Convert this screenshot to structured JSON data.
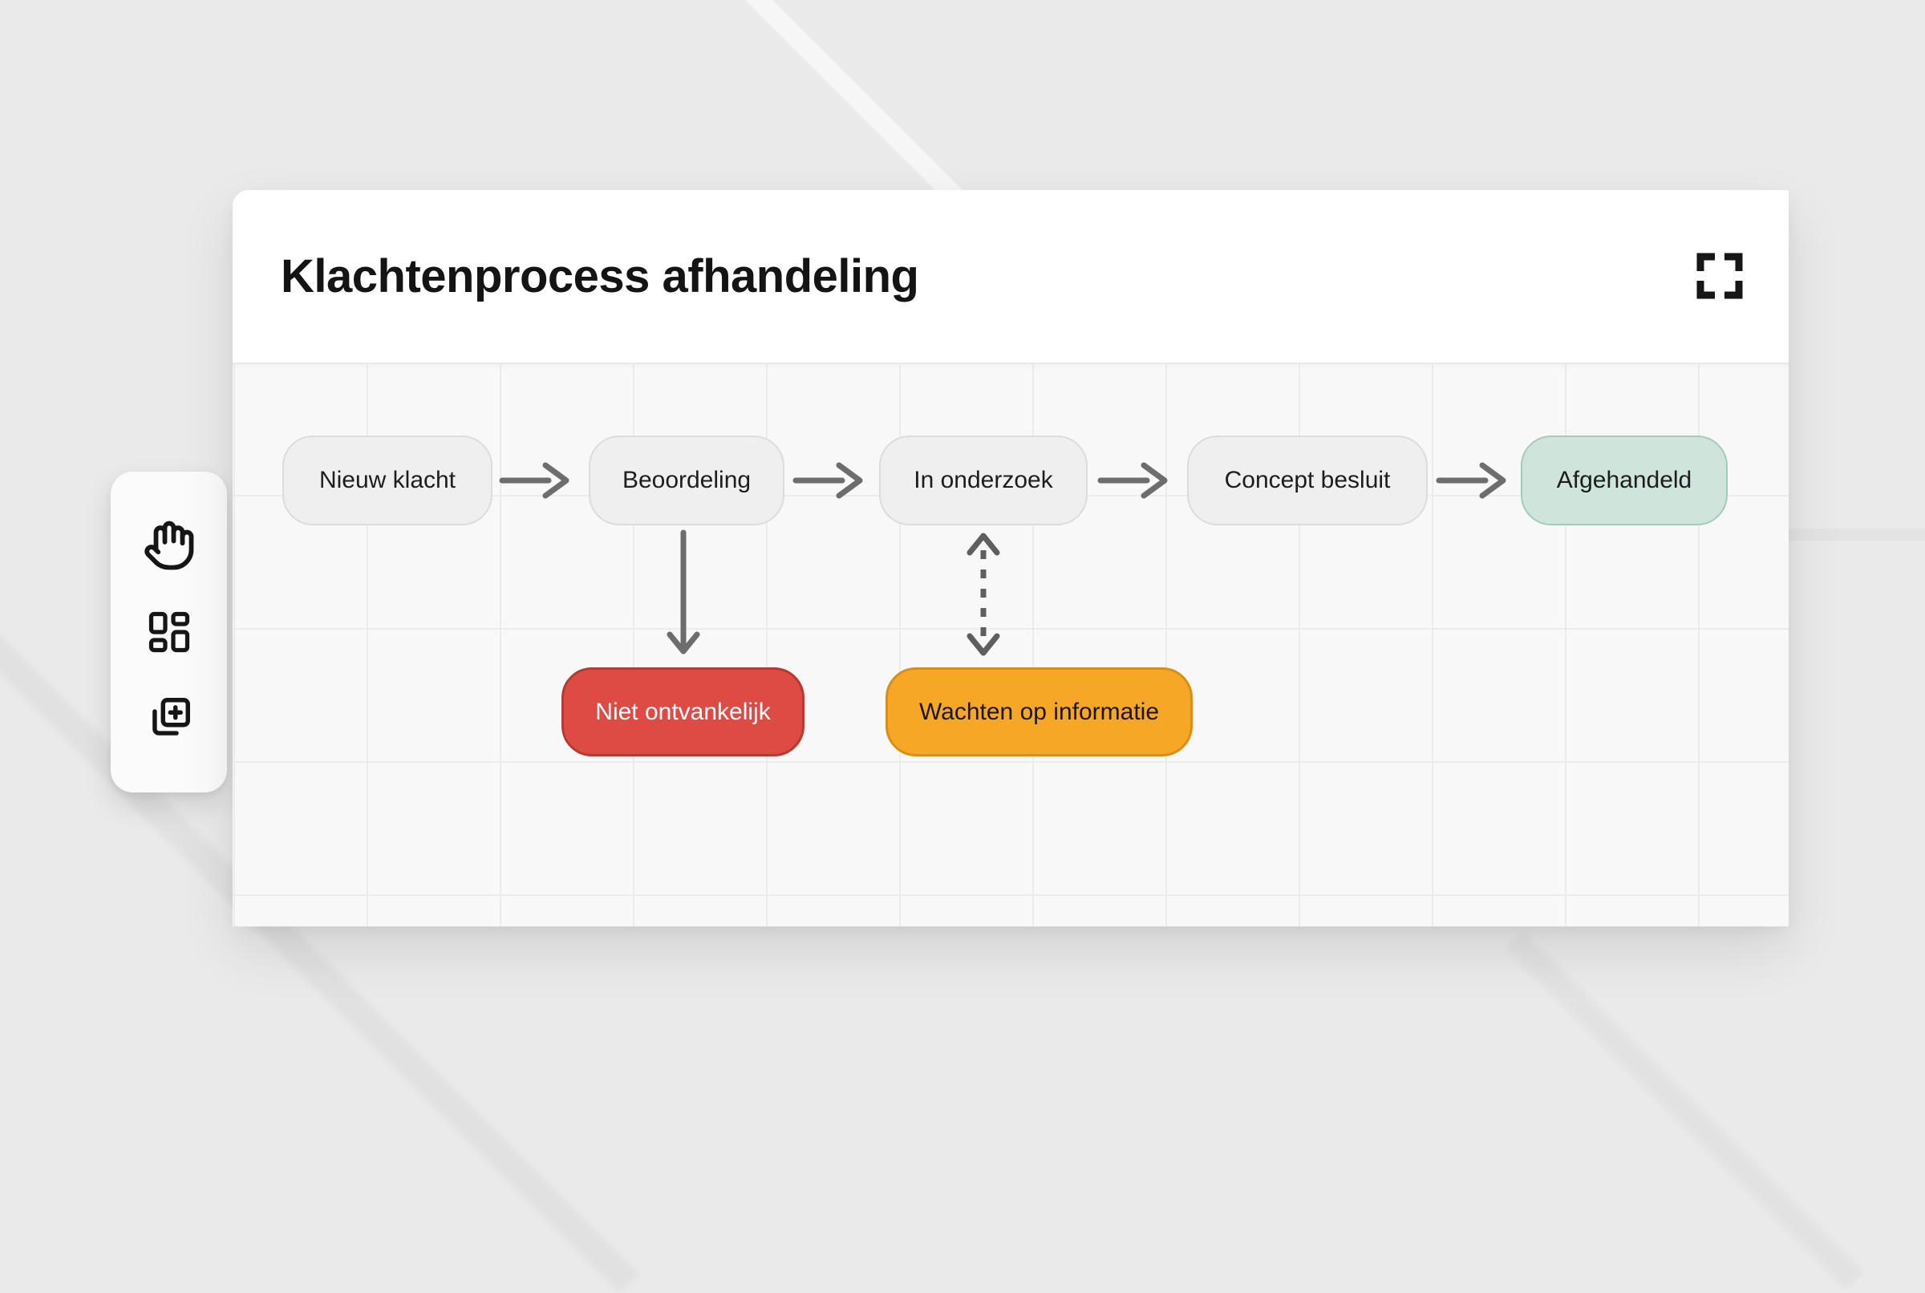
{
  "header": {
    "title": "Klachtenprocess afhandeling",
    "fullscreen_icon": "fullscreen-expand-icon"
  },
  "toolbar": {
    "items": [
      {
        "id": "pan-tool",
        "icon": "hand-icon"
      },
      {
        "id": "layout-tool",
        "icon": "layout-dashboard-icon"
      },
      {
        "id": "add-duplicate-tool",
        "icon": "duplicate-plus-icon"
      }
    ]
  },
  "diagram": {
    "nodes": [
      {
        "id": "node-1",
        "label": "Nieuw klacht",
        "variant": "neutral"
      },
      {
        "id": "node-2",
        "label": "Beoordeling",
        "variant": "neutral"
      },
      {
        "id": "node-3",
        "label": "In onderzoek",
        "variant": "neutral"
      },
      {
        "id": "node-4",
        "label": "Concept besluit",
        "variant": "neutral"
      },
      {
        "id": "node-5",
        "label": "Afgehandeld",
        "variant": "success"
      },
      {
        "id": "node-6",
        "label": "Niet ontvankelijk",
        "variant": "danger"
      },
      {
        "id": "node-7",
        "label": "Wachten op informatie",
        "variant": "warning"
      }
    ],
    "edges": [
      {
        "from": "Nieuw klacht",
        "to": "Beoordeling",
        "style": "solid-arrow-right"
      },
      {
        "from": "Beoordeling",
        "to": "In onderzoek",
        "style": "solid-arrow-right"
      },
      {
        "from": "In onderzoek",
        "to": "Concept besluit",
        "style": "solid-arrow-right"
      },
      {
        "from": "Concept besluit",
        "to": "Afgehandeld",
        "style": "solid-arrow-right"
      },
      {
        "from": "Beoordeling",
        "to": "Niet ontvankelijk",
        "style": "solid-arrow-down"
      },
      {
        "from": "In onderzoek",
        "to": "Wachten op informatie",
        "style": "dashed-double-arrow"
      }
    ]
  },
  "colors": {
    "page_background": "#eaeaea",
    "card_background": "#ffffff",
    "canvas_background": "#f8f8f8",
    "grid_line": "#ececec",
    "neutral_node_fill": "#efefef",
    "neutral_node_border": "#dcdcdc",
    "success_node_fill": "#cfe5db",
    "success_node_border": "#a2cbbb",
    "danger_node_fill": "#de4b44",
    "danger_node_border": "#b8392f",
    "warning_node_fill": "#f6a725",
    "warning_node_border": "#d98f17",
    "arrow": "#6d6d6d",
    "icon": "#161616"
  }
}
